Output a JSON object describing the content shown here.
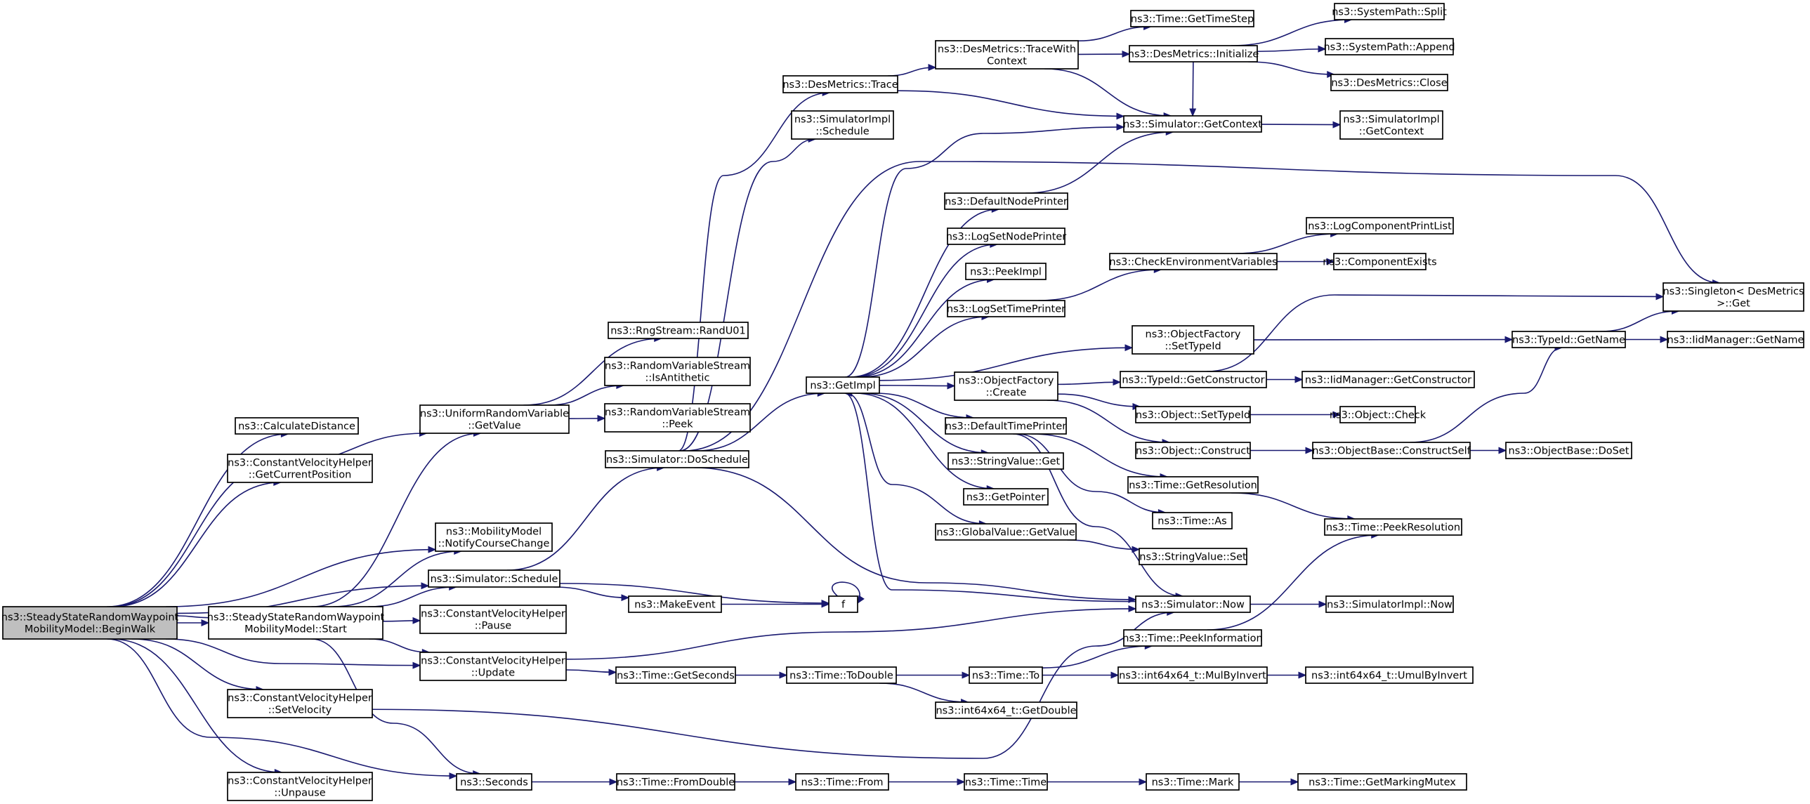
{
  "colors": {
    "edge": "#191970",
    "normal_fill": "#ffffff",
    "normal_border": "#000000",
    "root_fill": "#bfbfbf",
    "truncated_border": "#ff0000"
  },
  "graph": {
    "nodes": [
      {
        "id": "begin",
        "lines": [
          "ns3::SteadyStateRandomWaypoint",
          "MobilityModel::BeginWalk"
        ],
        "kind": "root"
      },
      {
        "id": "start",
        "lines": [
          "ns3::SteadyStateRandomWaypoint",
          "MobilityModel::Start"
        ]
      },
      {
        "id": "calcdist",
        "lines": [
          "ns3::CalculateDistance"
        ]
      },
      {
        "id": "cvh_getpos",
        "lines": [
          "ns3::ConstantVelocityHelper",
          "::GetCurrentPosition"
        ]
      },
      {
        "id": "urv_getvalue",
        "lines": [
          "ns3::UniformRandomVariable",
          "::GetValue"
        ]
      },
      {
        "id": "mm_notify",
        "lines": [
          "ns3::MobilityModel",
          "::NotifyCourseChange"
        ]
      },
      {
        "id": "sim_schedule",
        "lines": [
          "ns3::Simulator::Schedule"
        ]
      },
      {
        "id": "cvh_pause",
        "lines": [
          "ns3::ConstantVelocityHelper",
          "::Pause"
        ]
      },
      {
        "id": "cvh_update",
        "lines": [
          "ns3::ConstantVelocityHelper",
          "::Update"
        ]
      },
      {
        "id": "cvh_setvel",
        "lines": [
          "ns3::ConstantVelocityHelper",
          "::SetVelocity"
        ]
      },
      {
        "id": "cvh_unpause",
        "lines": [
          "ns3::ConstantVelocityHelper",
          "::Unpause"
        ]
      },
      {
        "id": "seconds",
        "lines": [
          "ns3::Seconds"
        ]
      },
      {
        "id": "rng_randu01",
        "lines": [
          "ns3::RngStream::RandU01"
        ]
      },
      {
        "id": "rvs_isanti",
        "lines": [
          "ns3::RandomVariableStream",
          "::IsAntithetic"
        ]
      },
      {
        "id": "rvs_peek",
        "lines": [
          "ns3::RandomVariableStream",
          "::Peek"
        ]
      },
      {
        "id": "sim_doschedule",
        "lines": [
          "ns3::Simulator::DoSchedule"
        ]
      },
      {
        "id": "makeevent",
        "lines": [
          "ns3::MakeEvent"
        ]
      },
      {
        "id": "f",
        "lines": [
          "f"
        ]
      },
      {
        "id": "time_getseconds",
        "lines": [
          "ns3::Time::GetSeconds"
        ]
      },
      {
        "id": "time_fromdouble",
        "lines": [
          "ns3::Time::FromDouble"
        ]
      },
      {
        "id": "des_trace",
        "lines": [
          "ns3::DesMetrics::Trace"
        ]
      },
      {
        "id": "simimpl_schedule",
        "lines": [
          "ns3::SimulatorImpl",
          "::Schedule"
        ]
      },
      {
        "id": "getimpl",
        "lines": [
          "ns3::GetImpl"
        ]
      },
      {
        "id": "time_todouble",
        "lines": [
          "ns3::Time::ToDouble"
        ]
      },
      {
        "id": "time_from",
        "lines": [
          "ns3::Time::From"
        ]
      },
      {
        "id": "des_tracewith",
        "lines": [
          "ns3::DesMetrics::TraceWith",
          "Context"
        ]
      },
      {
        "id": "defnodeprinter",
        "lines": [
          "ns3::DefaultNodePrinter"
        ]
      },
      {
        "id": "logsetnodeprinter",
        "lines": [
          "ns3::LogSetNodePrinter"
        ]
      },
      {
        "id": "peekimpl",
        "lines": [
          "ns3::PeekImpl"
        ]
      },
      {
        "id": "logsettimeprinter",
        "lines": [
          "ns3::LogSetTimePrinter"
        ]
      },
      {
        "id": "objfactory_create",
        "lines": [
          "ns3::ObjectFactory",
          "::Create"
        ]
      },
      {
        "id": "deftimeprinter",
        "lines": [
          "ns3::DefaultTimePrinter"
        ]
      },
      {
        "id": "stringvalue_get",
        "lines": [
          "ns3::StringValue::Get"
        ]
      },
      {
        "id": "getpointer",
        "lines": [
          "ns3::GetPointer"
        ]
      },
      {
        "id": "globalvalue_getvalue",
        "lines": [
          "ns3::GlobalValue::GetValue"
        ]
      },
      {
        "id": "time_to",
        "lines": [
          "ns3::Time::To"
        ]
      },
      {
        "id": "int64_getdouble",
        "lines": [
          "ns3::int64x64_t::GetDouble"
        ]
      },
      {
        "id": "time_time",
        "lines": [
          "ns3::Time::Time"
        ]
      },
      {
        "id": "time_gettimestep",
        "lines": [
          "ns3::Time::GetTimeStep"
        ]
      },
      {
        "id": "des_initialize",
        "lines": [
          "ns3::DesMetrics::Initialize"
        ]
      },
      {
        "id": "sim_getcontext",
        "lines": [
          "ns3::Simulator::GetContext"
        ]
      },
      {
        "id": "checkenv",
        "lines": [
          "ns3::CheckEnvironmentVariables"
        ]
      },
      {
        "id": "objfactory_settypeid",
        "lines": [
          "ns3::ObjectFactory",
          "::SetTypeId"
        ]
      },
      {
        "id": "typeid_getconstructor",
        "lines": [
          "ns3::TypeId::GetConstructor"
        ]
      },
      {
        "id": "object_settypeid",
        "lines": [
          "ns3::Object::SetTypeId"
        ]
      },
      {
        "id": "object_construct",
        "lines": [
          "ns3::Object::Construct"
        ]
      },
      {
        "id": "time_getresolution",
        "lines": [
          "ns3::Time::GetResolution"
        ]
      },
      {
        "id": "time_as",
        "lines": [
          "ns3::Time::As"
        ]
      },
      {
        "id": "stringvalue_set",
        "lines": [
          "ns3::StringValue::Set"
        ]
      },
      {
        "id": "sim_now",
        "lines": [
          "ns3::Simulator::Now"
        ]
      },
      {
        "id": "time_peekinfo",
        "lines": [
          "ns3::Time::PeekInformation"
        ]
      },
      {
        "id": "int64_mulbyinvert",
        "lines": [
          "ns3::int64x64_t::MulByInvert"
        ]
      },
      {
        "id": "time_mark",
        "lines": [
          "ns3::Time::Mark"
        ]
      },
      {
        "id": "syspath_split",
        "lines": [
          "ns3::SystemPath::Split"
        ]
      },
      {
        "id": "syspath_append",
        "lines": [
          "ns3::SystemPath::Append"
        ]
      },
      {
        "id": "des_close",
        "lines": [
          "ns3::DesMetrics::Close"
        ]
      },
      {
        "id": "simimpl_getcontext",
        "lines": [
          "ns3::SimulatorImpl",
          "::GetContext"
        ]
      },
      {
        "id": "logcomponentprintlist",
        "lines": [
          "ns3::LogComponentPrintList"
        ],
        "kind": "truncated"
      },
      {
        "id": "componentexists",
        "lines": [
          "ns3::ComponentExists"
        ],
        "kind": "truncated"
      },
      {
        "id": "typeid_getname",
        "lines": [
          "ns3::TypeId::GetName"
        ]
      },
      {
        "id": "iidmanager_getconstructor",
        "lines": [
          "ns3::IidManager::GetConstructor"
        ],
        "kind": "truncated"
      },
      {
        "id": "object_check",
        "lines": [
          "ns3::Object::Check"
        ],
        "kind": "truncated"
      },
      {
        "id": "objectbase_constructself",
        "lines": [
          "ns3::ObjectBase::ConstructSelf"
        ],
        "kind": "truncated"
      },
      {
        "id": "time_peekresolution",
        "lines": [
          "ns3::Time::PeekResolution"
        ],
        "kind": "truncated"
      },
      {
        "id": "simimpl_now",
        "lines": [
          "ns3::SimulatorImpl::Now"
        ]
      },
      {
        "id": "int64_umulbyinvert",
        "lines": [
          "ns3::int64x64_t::UmulByInvert"
        ]
      },
      {
        "id": "time_getmarkingmutex",
        "lines": [
          "ns3::Time::GetMarkingMutex"
        ]
      },
      {
        "id": "singleton_get",
        "lines": [
          "ns3::Singleton< DesMetrics",
          ">::Get"
        ]
      },
      {
        "id": "iidmanager_getname",
        "lines": [
          "ns3::IidManager::GetName"
        ],
        "kind": "truncated"
      },
      {
        "id": "objectbase_doset",
        "lines": [
          "ns3::ObjectBase::DoSet"
        ]
      }
    ],
    "edges": [
      [
        "begin",
        "start"
      ],
      [
        "begin",
        "calcdist"
      ],
      [
        "begin",
        "cvh_getpos"
      ],
      [
        "begin",
        "urv_getvalue"
      ],
      [
        "begin",
        "mm_notify"
      ],
      [
        "begin",
        "sim_schedule"
      ],
      [
        "begin",
        "cvh_update"
      ],
      [
        "begin",
        "cvh_setvel"
      ],
      [
        "begin",
        "cvh_unpause"
      ],
      [
        "begin",
        "seconds"
      ],
      [
        "start",
        "begin"
      ],
      [
        "start",
        "urv_getvalue"
      ],
      [
        "start",
        "mm_notify"
      ],
      [
        "start",
        "sim_schedule"
      ],
      [
        "start",
        "cvh_pause"
      ],
      [
        "start",
        "cvh_update"
      ],
      [
        "start",
        "seconds"
      ],
      [
        "urv_getvalue",
        "rng_randu01"
      ],
      [
        "urv_getvalue",
        "rvs_isanti"
      ],
      [
        "urv_getvalue",
        "rvs_peek"
      ],
      [
        "sim_schedule",
        "sim_doschedule"
      ],
      [
        "sim_schedule",
        "makeevent"
      ],
      [
        "sim_schedule",
        "f"
      ],
      [
        "makeevent",
        "f"
      ],
      [
        "f",
        "f"
      ],
      [
        "cvh_update",
        "sim_now"
      ],
      [
        "cvh_update",
        "time_getseconds"
      ],
      [
        "cvh_setvel",
        "sim_now"
      ],
      [
        "seconds",
        "time_fromdouble"
      ],
      [
        "sim_doschedule",
        "des_trace"
      ],
      [
        "sim_doschedule",
        "simimpl_schedule"
      ],
      [
        "sim_doschedule",
        "getimpl"
      ],
      [
        "sim_doschedule",
        "singleton_get"
      ],
      [
        "sim_doschedule",
        "sim_now"
      ],
      [
        "time_getseconds",
        "time_todouble"
      ],
      [
        "time_fromdouble",
        "time_from"
      ],
      [
        "des_trace",
        "des_tracewith"
      ],
      [
        "des_trace",
        "sim_getcontext"
      ],
      [
        "getimpl",
        "sim_getcontext"
      ],
      [
        "getimpl",
        "defnodeprinter"
      ],
      [
        "getimpl",
        "logsetnodeprinter"
      ],
      [
        "getimpl",
        "peekimpl"
      ],
      [
        "getimpl",
        "logsettimeprinter"
      ],
      [
        "getimpl",
        "objfactory_settypeid"
      ],
      [
        "getimpl",
        "objfactory_create"
      ],
      [
        "getimpl",
        "deftimeprinter"
      ],
      [
        "getimpl",
        "stringvalue_get"
      ],
      [
        "getimpl",
        "getpointer"
      ],
      [
        "getimpl",
        "globalvalue_getvalue"
      ],
      [
        "time_todouble",
        "time_to"
      ],
      [
        "time_todouble",
        "int64_getdouble"
      ],
      [
        "time_from",
        "time_time"
      ],
      [
        "des_tracewith",
        "time_gettimestep"
      ],
      [
        "des_tracewith",
        "des_initialize"
      ],
      [
        "des_tracewith",
        "sim_getcontext"
      ],
      [
        "defnodeprinter",
        "sim_getcontext"
      ],
      [
        "logsettimeprinter",
        "checkenv"
      ],
      [
        "objfactory_create",
        "typeid_getconstructor"
      ],
      [
        "objfactory_create",
        "object_settypeid"
      ],
      [
        "objfactory_create",
        "object_construct"
      ],
      [
        "deftimeprinter",
        "time_getresolution"
      ],
      [
        "deftimeprinter",
        "time_as"
      ],
      [
        "deftimeprinter",
        "sim_now"
      ],
      [
        "globalvalue_getvalue",
        "stringvalue_set"
      ],
      [
        "time_to",
        "time_peekinfo"
      ],
      [
        "time_to",
        "int64_mulbyinvert"
      ],
      [
        "time_time",
        "time_mark"
      ],
      [
        "des_initialize",
        "syspath_split"
      ],
      [
        "des_initialize",
        "syspath_append"
      ],
      [
        "des_initialize",
        "des_close"
      ],
      [
        "des_initialize",
        "sim_getcontext"
      ],
      [
        "sim_getcontext",
        "simimpl_getcontext"
      ],
      [
        "checkenv",
        "logcomponentprintlist"
      ],
      [
        "checkenv",
        "componentexists"
      ],
      [
        "objfactory_settypeid",
        "typeid_getname"
      ],
      [
        "typeid_getconstructor",
        "iidmanager_getconstructor"
      ],
      [
        "typeid_getconstructor",
        "singleton_get"
      ],
      [
        "object_settypeid",
        "object_check"
      ],
      [
        "object_construct",
        "objectbase_constructself"
      ],
      [
        "time_getresolution",
        "time_peekresolution"
      ],
      [
        "sim_now",
        "getimpl"
      ],
      [
        "sim_now",
        "simimpl_now"
      ],
      [
        "time_peekinfo",
        "time_peekresolution"
      ],
      [
        "int64_mulbyinvert",
        "int64_umulbyinvert"
      ],
      [
        "time_mark",
        "time_getmarkingmutex"
      ],
      [
        "typeid_getname",
        "singleton_get"
      ],
      [
        "typeid_getname",
        "iidmanager_getname"
      ],
      [
        "objectbase_constructself",
        "typeid_getname"
      ],
      [
        "objectbase_constructself",
        "objectbase_doset"
      ]
    ]
  }
}
